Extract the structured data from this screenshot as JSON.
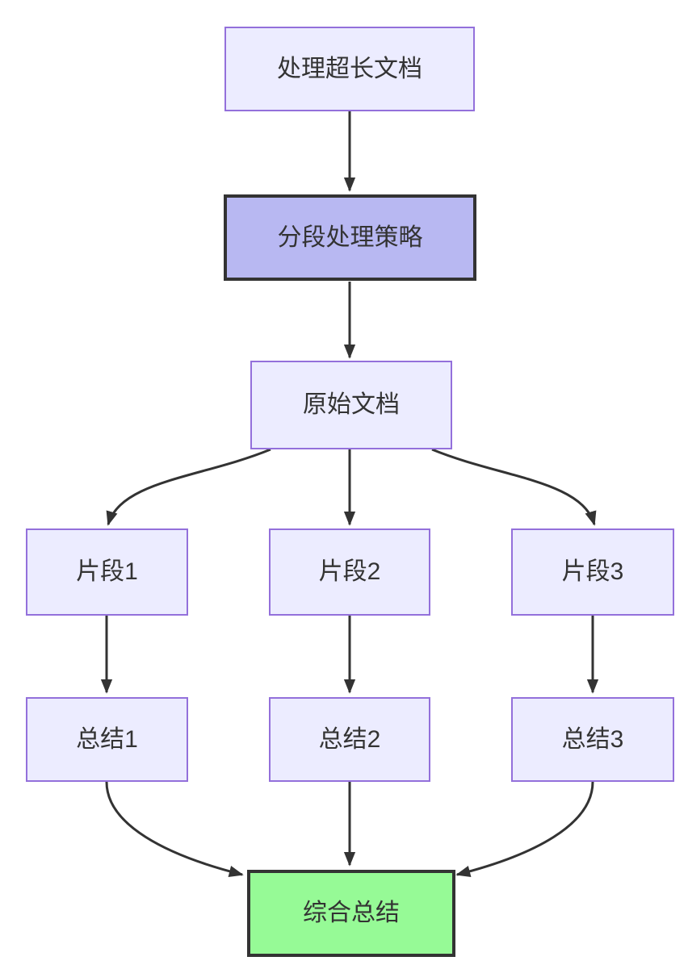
{
  "diagram": {
    "type": "flowchart",
    "direction": "top-down",
    "nodes": [
      {
        "id": "A",
        "label": "处理超长文档",
        "style": "default"
      },
      {
        "id": "B",
        "label": "分段处理策略",
        "style": "highlight"
      },
      {
        "id": "C",
        "label": "原始文档",
        "style": "default"
      },
      {
        "id": "D1",
        "label": "片段1",
        "style": "default"
      },
      {
        "id": "D2",
        "label": "片段2",
        "style": "default"
      },
      {
        "id": "D3",
        "label": "片段3",
        "style": "default"
      },
      {
        "id": "S1",
        "label": "总结1",
        "style": "default"
      },
      {
        "id": "S2",
        "label": "总结2",
        "style": "default"
      },
      {
        "id": "S3",
        "label": "总结3",
        "style": "default"
      },
      {
        "id": "G",
        "label": "综合总结",
        "style": "final"
      }
    ],
    "edges": [
      {
        "from": "处理超长文档",
        "to": "分段处理策略"
      },
      {
        "from": "分段处理策略",
        "to": "原始文档"
      },
      {
        "from": "原始文档",
        "to": "片段1"
      },
      {
        "from": "原始文档",
        "to": "片段2"
      },
      {
        "from": "原始文档",
        "to": "片段3"
      },
      {
        "from": "片段1",
        "to": "总结1"
      },
      {
        "from": "片段2",
        "to": "总结2"
      },
      {
        "from": "片段3",
        "to": "总结3"
      },
      {
        "from": "总结1",
        "to": "综合总结"
      },
      {
        "from": "总结2",
        "to": "综合总结"
      },
      {
        "from": "总结3",
        "to": "综合总结"
      }
    ],
    "colors": {
      "node_fill": "#ECECFF",
      "node_border": "#9370DB",
      "highlight_fill": "#b8b8f2",
      "highlight_border": "#333333",
      "final_fill": "#96fa96",
      "final_border": "#333333",
      "edge": "#333333",
      "text": "#333333",
      "background": "#ffffff"
    }
  }
}
